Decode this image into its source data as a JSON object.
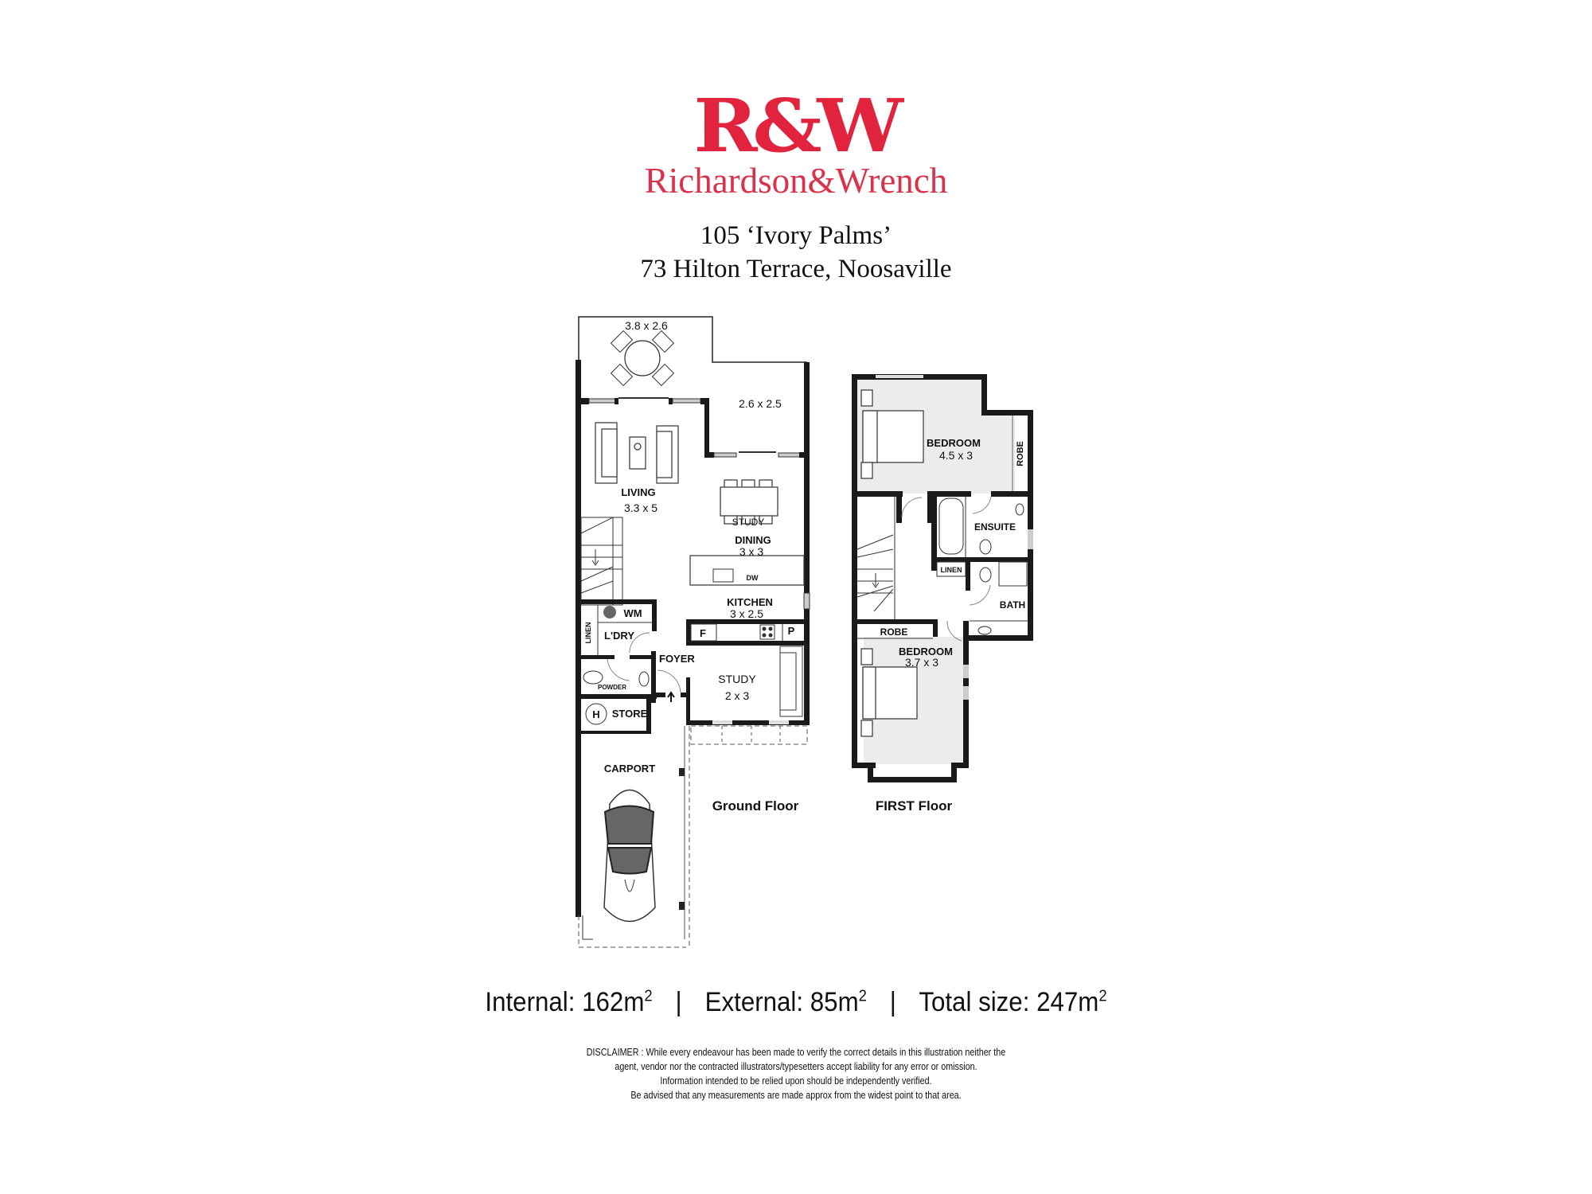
{
  "branding": {
    "logo_mark": "R&W",
    "logo_wordmark": "Richardson&Wrench",
    "brand_color": "#e2233d"
  },
  "property": {
    "line1": "105 ‘Ivory Palms’",
    "line2": "73 Hilton Terrace, Noosaville"
  },
  "ground_floor": {
    "label": "Ground Floor",
    "rooms": {
      "deck": {
        "dim": "3.8 x 2.6"
      },
      "terrace": {
        "dim": "2.6 x 2.5"
      },
      "living": {
        "name": "LIVING",
        "dim": "3.3 x 5"
      },
      "dining": {
        "name": "DINING",
        "dim": "3 x 3",
        "overlay_text": "STUDY"
      },
      "kitchen": {
        "name": "KITCHEN",
        "dim": "3 x 2.5",
        "fridge": "F",
        "pantry": "P",
        "dishwasher": "DW"
      },
      "laundry": {
        "name": "L'DRY",
        "washer": "WM",
        "linen": "LINEN"
      },
      "powder": {
        "name": "POWDER"
      },
      "foyer": {
        "name": "FOYER"
      },
      "study": {
        "name": "STUDY",
        "dim": "2 x 3"
      },
      "store": {
        "name": "STORE",
        "heater": "H"
      },
      "carport": {
        "name": "CARPORT"
      }
    }
  },
  "first_floor": {
    "label": "FIRST Floor",
    "rooms": {
      "bedroom1": {
        "name": "BEDROOM",
        "dim": "4.5 x 3",
        "robe": "ROBE"
      },
      "ensuite": {
        "name": "ENSUITE"
      },
      "linen": {
        "name": "LINEN"
      },
      "bath": {
        "name": "BATH"
      },
      "bedroom2": {
        "name": "BEDROOM",
        "dim": "3.7 x 3",
        "robe": "ROBE"
      }
    }
  },
  "areas": {
    "internal_label": "Internal:",
    "internal_value": "162m",
    "external_label": "External:",
    "external_value": "85m",
    "total_label": "Total size:",
    "total_value": "247m",
    "unit_sup": "2",
    "separator": "|"
  },
  "disclaimer": {
    "line1": "DISCLAIMER : While every endeavour has been made to verify the correct details in this illustration neither the",
    "line2": "agent, vendor nor the contracted illustrators/typesetters accept liability for any error or omission.",
    "line3": "Information intended to be relied upon should be independently verified.",
    "line4": "Be advised that any measurements are made approx from the widest point to that area."
  }
}
